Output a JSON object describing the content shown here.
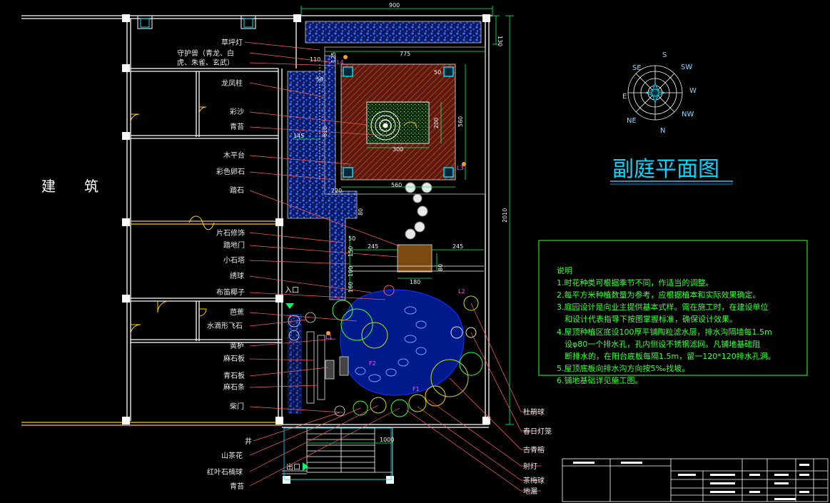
{
  "building_label": "建　　筑",
  "title": "副庭平面图",
  "dimensions": {
    "top_width": "900",
    "top_right": "130",
    "inner_width": "775",
    "d110": "110",
    "d125": "125",
    "d58": "58",
    "d50": "50",
    "d145": "145",
    "d610": "610",
    "d560v": "560",
    "d200": "200",
    "d300": "300",
    "d220": "220",
    "d560h": "560",
    "d80": "80",
    "d50b": "50",
    "d150": "150",
    "d245l": "245",
    "d245r": "245",
    "d180": "180",
    "d100": "100",
    "d160": "160",
    "d80b": "80",
    "total_height": "2010",
    "bottom": "1000"
  },
  "markers": {
    "entry": "入口",
    "exit": "出口",
    "l1": "L1",
    "l2": "L2",
    "l3": "L3",
    "l4": "L4",
    "f1": "F1",
    "f2": "F2"
  },
  "left_labels": [
    "草坪灯",
    "守护兽（青龙、白",
    "虎、朱雀、玄武）",
    "龙凤柱",
    "彩沙",
    "青苔",
    "木平台",
    "彩色卵石",
    "踏石",
    "片石修饰",
    "踏地门",
    "小石塔",
    "绣球",
    "布笛椰子",
    "芭蕉",
    "水滴形飞石",
    "黄栌",
    "麻石板",
    "青石板",
    "麻石条",
    "柴门",
    "井",
    "山茶花",
    "红叶石楠球",
    "青苔"
  ],
  "right_labels": [
    "杜鹃球",
    "春日灯笼",
    "古青榕",
    "射灯",
    "茶梅球",
    "地漏"
  ],
  "notes": {
    "heading": "说明",
    "items": [
      "1.时花种类可根据季节不同，作适当的调整。",
      "2.每平方米种植数量为参考，应根据植本和实际效果确定。",
      "3.庭园设计是向业主提供基本式样。需在施工时，在建设单位",
      "　和设计代表指导下按图掌握标准，确保设计效果。",
      "4.屋顶种植区底设100厚平铺陶粒滤水层，排水沟隔墙每1.5m",
      "　设φ80一个排水孔，孔内侧设不锈钢滤网。凡铺地基础阻",
      "　断排水的，在阳台底板每隔1.5m，留一120*120排水孔洞。",
      "5.屋顶底板向排水沟方向按5‰找坡。",
      "6.铺地基础详见施工图。"
    ]
  },
  "compass": {
    "n": "N",
    "s": "S",
    "e": "E",
    "w": "W",
    "ne": "NE",
    "nw": "NW",
    "se": "SE",
    "sw": "SW"
  },
  "colors": {
    "background": "#000000",
    "walls": "#ffffff",
    "dimension": "#00ff66",
    "title": "#00d8ff",
    "notes": "#39ff39",
    "gravel_bed": "#1f3fc8",
    "deck": "#8a2a18",
    "water": "#0a2eff",
    "plants": "#c8e000",
    "leader": "#ff6060"
  }
}
